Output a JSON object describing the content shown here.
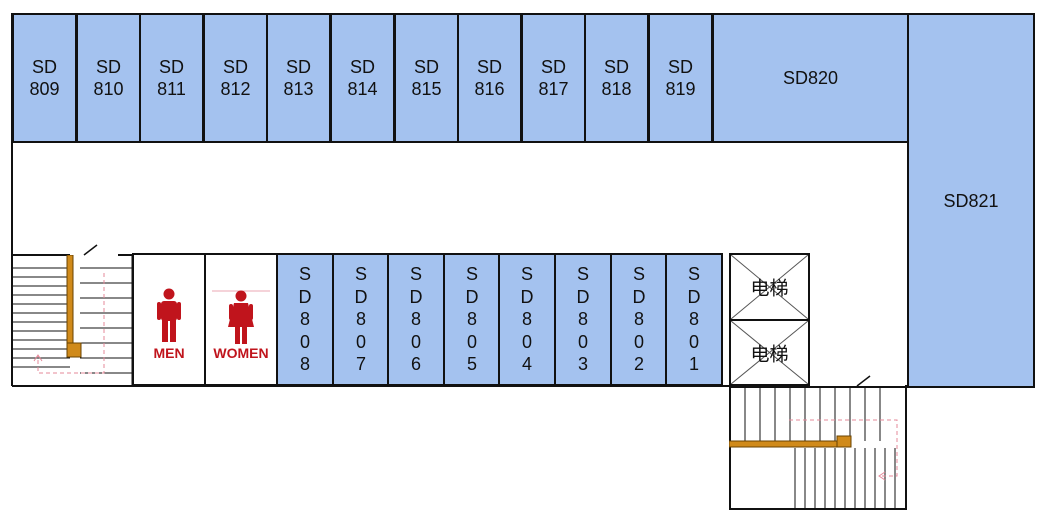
{
  "top_rooms": [
    {
      "id": "809",
      "label": "SD\n809"
    },
    {
      "id": "810",
      "label": "SD\n810"
    },
    {
      "id": "811",
      "label": "SD\n811"
    },
    {
      "id": "812",
      "label": "SD\n812"
    },
    {
      "id": "813",
      "label": "SD\n813"
    },
    {
      "id": "814",
      "label": "SD\n814"
    },
    {
      "id": "815",
      "label": "SD\n815"
    },
    {
      "id": "816",
      "label": "SD\n816"
    },
    {
      "id": "817",
      "label": "SD\n817"
    },
    {
      "id": "818",
      "label": "SD\n818"
    },
    {
      "id": "819",
      "label": "SD\n819"
    }
  ],
  "room_820": {
    "label": "SD820"
  },
  "room_821": {
    "label": "SD821"
  },
  "bottom_rooms": [
    {
      "id": "808",
      "label": "SD808"
    },
    {
      "id": "807",
      "label": "SD807"
    },
    {
      "id": "806",
      "label": "SD806"
    },
    {
      "id": "805",
      "label": "SD805"
    },
    {
      "id": "804",
      "label": "SD804"
    },
    {
      "id": "803",
      "label": "SD803"
    },
    {
      "id": "802",
      "label": "SD802"
    },
    {
      "id": "801",
      "label": "SD801"
    }
  ],
  "restrooms": {
    "men": "MEN",
    "women": "WOMEN"
  },
  "elevators": [
    {
      "label": "电梯"
    },
    {
      "label": "电梯"
    }
  ],
  "colors": {
    "room": "#a4c2ef",
    "wall": "#111111",
    "restroom": "#c0141c",
    "stair_rail": "#d08a1a",
    "path": "#e58a9a"
  },
  "icons": {
    "men": "man-icon",
    "women": "woman-icon"
  }
}
